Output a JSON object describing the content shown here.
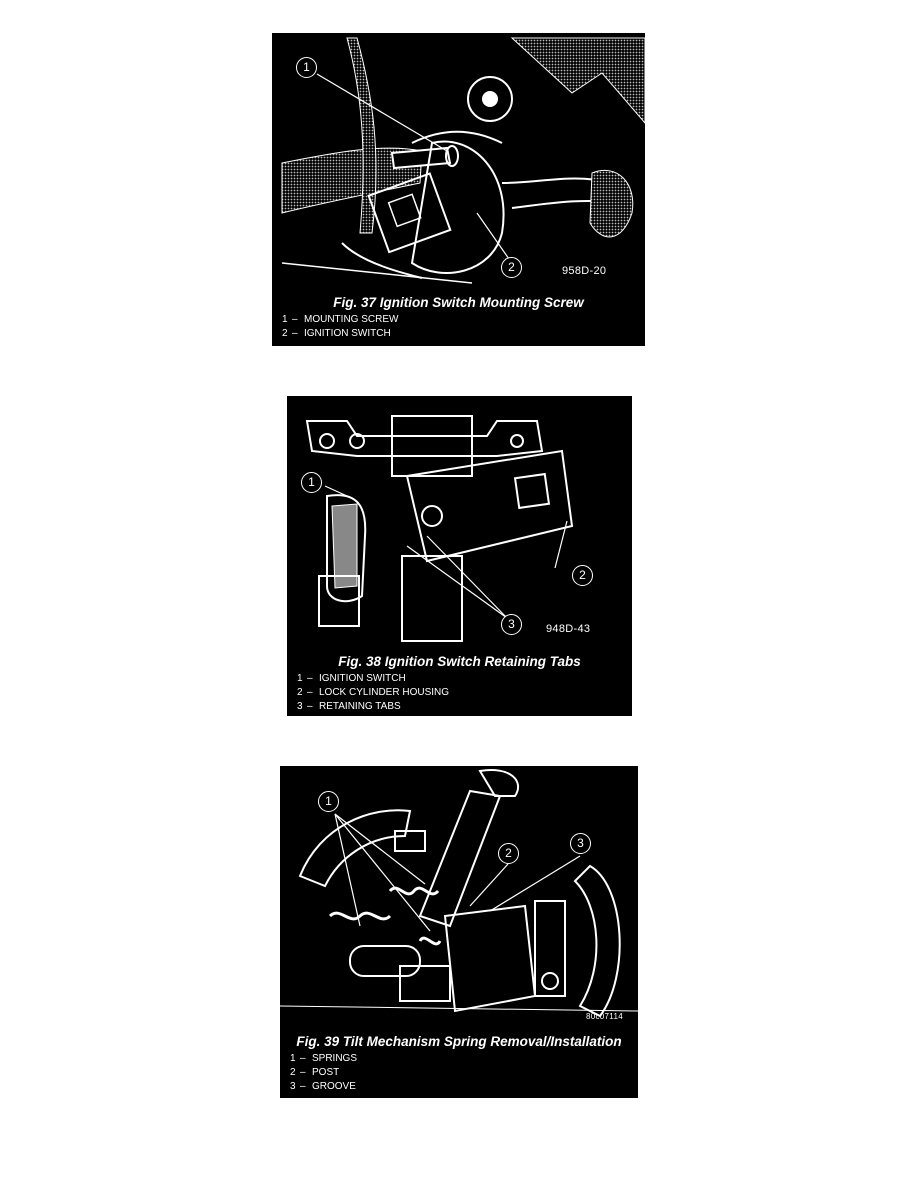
{
  "figures": [
    {
      "code": "958D-20",
      "caption": "Fig. 37 Ignition Switch Mounting Screw",
      "callouts": [
        "1",
        "2"
      ],
      "legend": [
        {
          "num": "1",
          "text": "MOUNTING SCREW"
        },
        {
          "num": "2",
          "text": "IGNITION SWITCH"
        }
      ]
    },
    {
      "code": "948D-43",
      "caption": "Fig. 38 Ignition Switch Retaining Tabs",
      "callouts": [
        "1",
        "2",
        "3"
      ],
      "legend": [
        {
          "num": "1",
          "text": "IGNITION SWITCH"
        },
        {
          "num": "2",
          "text": "LOCK CYLINDER HOUSING"
        },
        {
          "num": "3",
          "text": "RETAINING TABS"
        }
      ]
    },
    {
      "code": "80c07114",
      "caption": "Fig. 39 Tilt Mechanism Spring Removal/Installation",
      "callouts": [
        "1",
        "2",
        "3"
      ],
      "legend": [
        {
          "num": "1",
          "text": "SPRINGS"
        },
        {
          "num": "2",
          "text": "POST"
        },
        {
          "num": "3",
          "text": "GROOVE"
        }
      ]
    }
  ],
  "legend_dash": "–"
}
